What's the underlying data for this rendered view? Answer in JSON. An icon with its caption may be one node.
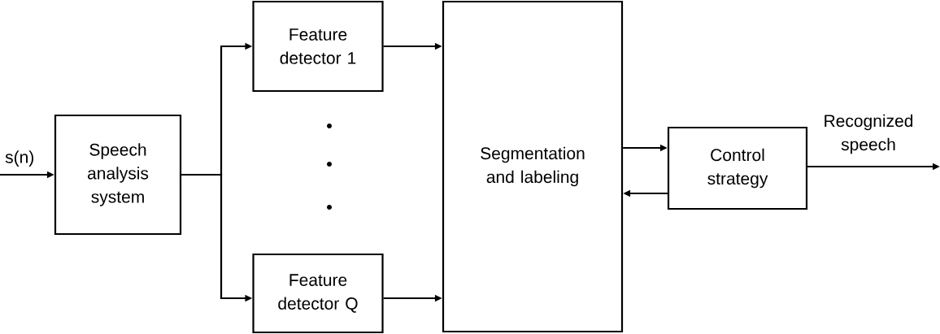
{
  "diagram": {
    "nodes": [
      {
        "text": [
          "Speech analysis system"
        ]
      },
      {
        "text": [
          "Feature detector 1"
        ]
      },
      {
        "text": [
          "Feature detector Q"
        ]
      },
      {
        "text": [
          "Segmentation and labeling"
        ]
      },
      {
        "text": [
          "Control strategy"
        ]
      }
    ],
    "edges": [
      {
        "from": null,
        "to": 0,
        "arrow": "to",
        "label": "s(n)"
      },
      {
        "from": 0,
        "to": 1,
        "arrow": "to"
      },
      {
        "from": 0,
        "to": 2,
        "arrow": "to"
      },
      {
        "from": 1,
        "to": 3,
        "arrow": "to"
      },
      {
        "from": 2,
        "to": 3,
        "arrow": "to"
      },
      {
        "from": 3,
        "to": 4,
        "arrow": "to"
      },
      {
        "from": 4,
        "to": 3,
        "arrow": "to"
      },
      {
        "from": 4,
        "to": null,
        "arrow": "to",
        "label": "Recognized speech"
      }
    ]
  }
}
